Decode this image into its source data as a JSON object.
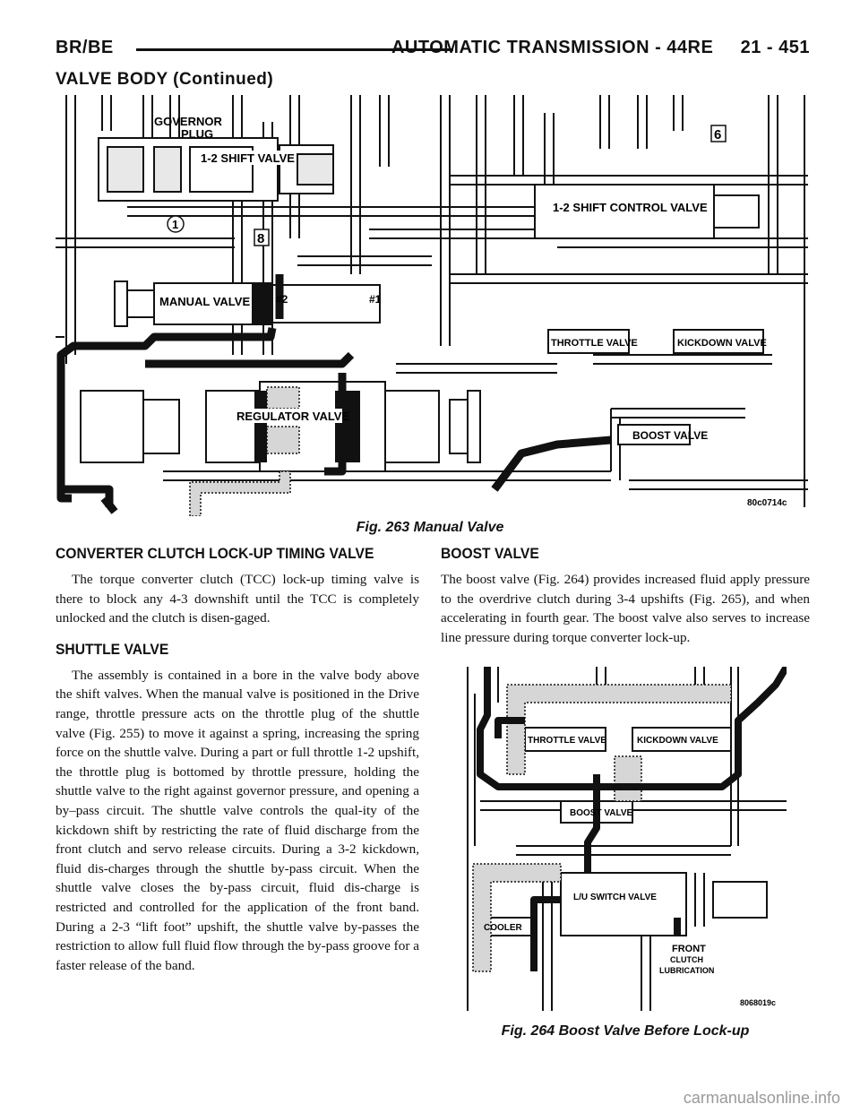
{
  "header": {
    "left": "BR/BE",
    "right": "AUTOMATIC TRANSMISSION - 44RE     21 - 451"
  },
  "section_title": "VALVE BODY (Continued)",
  "figure1": {
    "caption": "Fig. 263 Manual Valve",
    "code": "80c0714c",
    "labels": {
      "governor": "GOVERNOR",
      "plug": "PLUG",
      "shift12": "1-2 SHIFT VALVE",
      "shift_control": "1-2 SHIFT CONTROL VALVE",
      "manual": "MANUAL VALVE",
      "n2": "#2",
      "n1": "#1",
      "throttle": "THROTTLE VALVE",
      "kickdown": "KICKDOWN VALVE",
      "regulator": "REGULATOR VALVE",
      "boost": "BOOST VALVE",
      "c1": "1",
      "c6": "6",
      "c8": "8"
    }
  },
  "left_column": {
    "h1": "CONVERTER CLUTCH LOCK-UP TIMING VALVE",
    "p1": "The torque converter clutch (TCC) lock-up timing valve is there to block any 4-3 downshift until the TCC is completely unlocked and the clutch is disen-gaged.",
    "h2": "SHUTTLE VALVE",
    "p2": "The assembly is contained in a bore in the valve body above the shift valves. When the manual valve is positioned in the Drive range, throttle pressure acts on the throttle plug of the shuttle valve (Fig. 255) to move it against a spring, increasing the spring force on the shuttle valve. During a part or full throttle 1-2 upshift, the throttle plug is bottomed by throttle pressure, holding the shuttle valve to the right against governor pressure, and opening a by–pass circuit. The shuttle valve controls the qual-ity of the kickdown shift by restricting the rate of fluid discharge from the front clutch and servo release circuits. During a 3-2 kickdown, fluid dis-charges through the shuttle by-pass circuit. When the shuttle valve closes the by-pass circuit, fluid dis-charge is restricted and controlled for the application of the front band. During a 2-3 “lift foot” upshift, the shuttle valve by-passes the restriction to allow full fluid flow through the by-pass groove for a faster release of the band."
  },
  "right_column": {
    "h1": "BOOST VALVE",
    "p1": "The boost valve (Fig. 264) provides increased fluid apply pressure to the overdrive clutch during 3-4 upshifts (Fig. 265), and when accelerating in fourth gear. The boost valve also serves to increase line pressure during torque converter lock-up."
  },
  "figure2": {
    "caption": "Fig. 264 Boost Valve Before Lock-up",
    "code": "8068019c",
    "labels": {
      "throttle": "THROTTLE VALVE",
      "kickdown": "KICKDOWN VALVE",
      "boost": "BOOST VALVE",
      "lu": "L/U SWITCH VALVE",
      "cooler": "COOLER",
      "front": "FRONT",
      "clutch": "CLUTCH",
      "lubrication": "LUBRICATION"
    }
  },
  "watermark": "carmanualsonline.info"
}
